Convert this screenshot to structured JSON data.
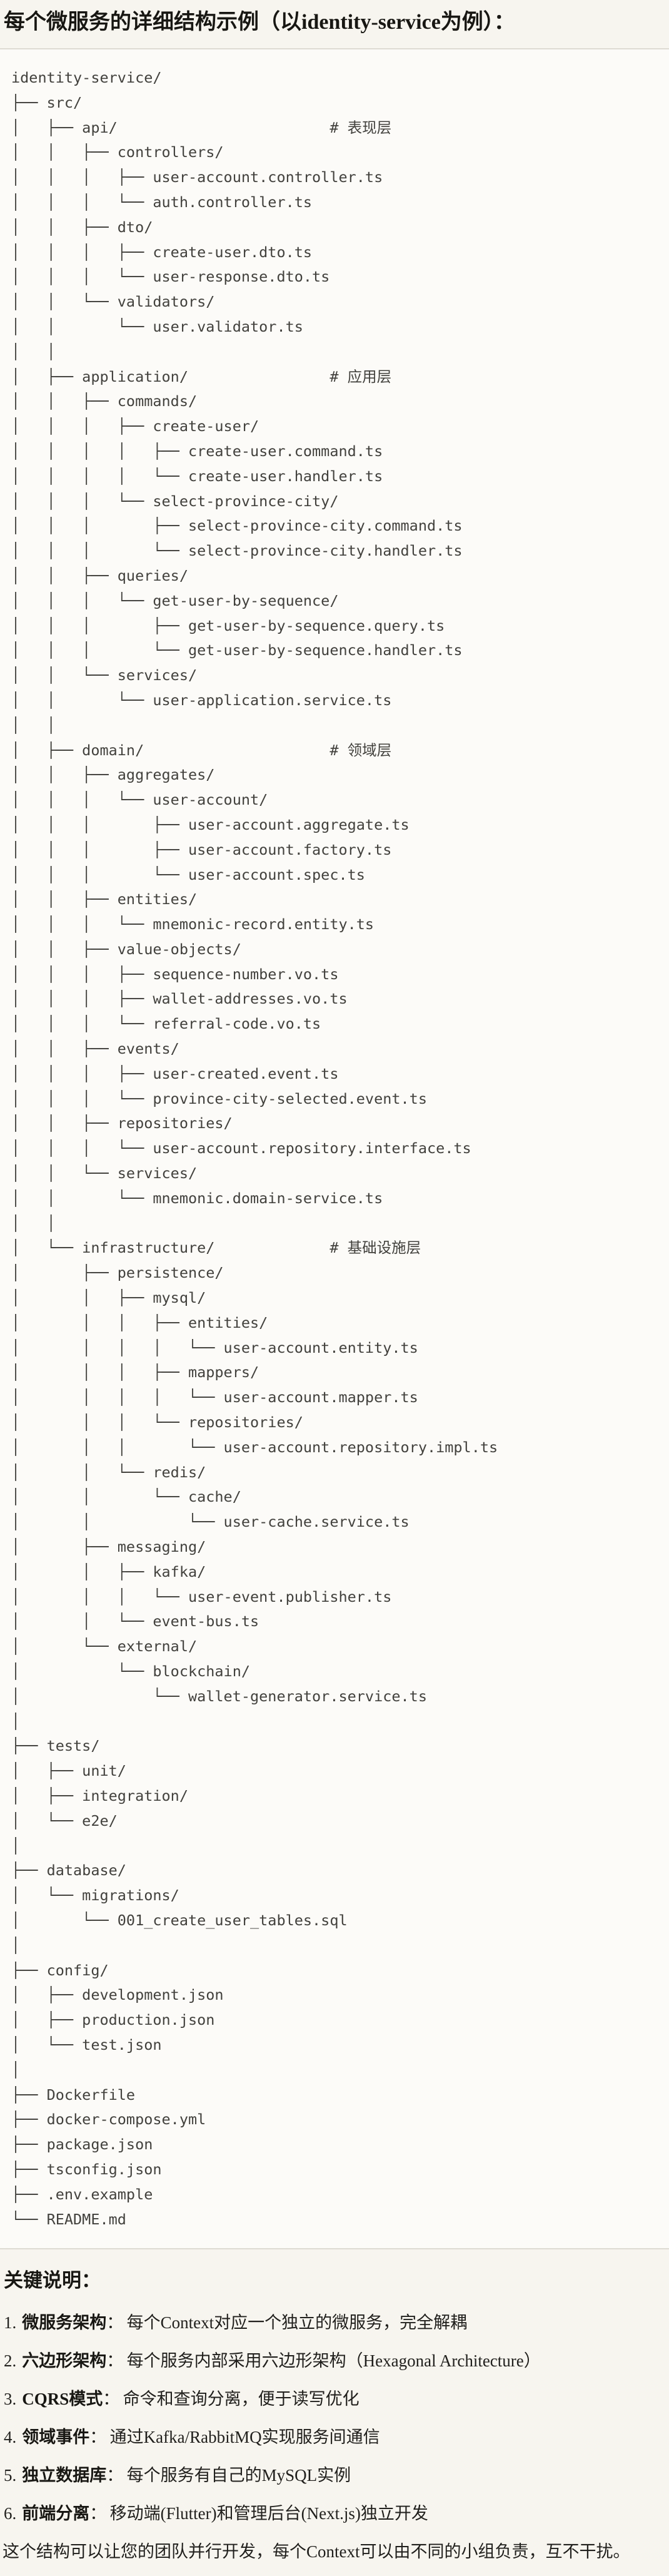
{
  "document": {
    "title": "每个微服务的详细结构示例（以identity-service为例）：",
    "code_block": {
      "tree_lines": [
        "identity-service/",
        "├── src/",
        "│   ├── api/                        # 表现层",
        "│   │   ├── controllers/",
        "│   │   │   ├── user-account.controller.ts",
        "│   │   │   └── auth.controller.ts",
        "│   │   ├── dto/",
        "│   │   │   ├── create-user.dto.ts",
        "│   │   │   └── user-response.dto.ts",
        "│   │   └── validators/",
        "│   │       └── user.validator.ts",
        "│   │",
        "│   ├── application/                # 应用层",
        "│   │   ├── commands/",
        "│   │   │   ├── create-user/",
        "│   │   │   │   ├── create-user.command.ts",
        "│   │   │   │   └── create-user.handler.ts",
        "│   │   │   └── select-province-city/",
        "│   │   │       ├── select-province-city.command.ts",
        "│   │   │       └── select-province-city.handler.ts",
        "│   │   ├── queries/",
        "│   │   │   └── get-user-by-sequence/",
        "│   │   │       ├── get-user-by-sequence.query.ts",
        "│   │   │       └── get-user-by-sequence.handler.ts",
        "│   │   └── services/",
        "│   │       └── user-application.service.ts",
        "│   │",
        "│   ├── domain/                     # 领域层",
        "│   │   ├── aggregates/",
        "│   │   │   └── user-account/",
        "│   │   │       ├── user-account.aggregate.ts",
        "│   │   │       ├── user-account.factory.ts",
        "│   │   │       └── user-account.spec.ts",
        "│   │   ├── entities/",
        "│   │   │   └── mnemonic-record.entity.ts",
        "│   │   ├── value-objects/",
        "│   │   │   ├── sequence-number.vo.ts",
        "│   │   │   ├── wallet-addresses.vo.ts",
        "│   │   │   └── referral-code.vo.ts",
        "│   │   ├── events/",
        "│   │   │   ├── user-created.event.ts",
        "│   │   │   └── province-city-selected.event.ts",
        "│   │   ├── repositories/",
        "│   │   │   └── user-account.repository.interface.ts",
        "│   │   └── services/",
        "│   │       └── mnemonic.domain-service.ts",
        "│   │",
        "│   └── infrastructure/             # 基础设施层",
        "│       ├── persistence/",
        "│       │   ├── mysql/",
        "│       │   │   ├── entities/",
        "│       │   │   │   └── user-account.entity.ts",
        "│       │   │   ├── mappers/",
        "│       │   │   │   └── user-account.mapper.ts",
        "│       │   │   └── repositories/",
        "│       │   │       └── user-account.repository.impl.ts",
        "│       │   └── redis/",
        "│       │       └── cache/",
        "│       │           └── user-cache.service.ts",
        "│       ├── messaging/",
        "│       │   ├── kafka/",
        "│       │   │   └── user-event.publisher.ts",
        "│       │   └── event-bus.ts",
        "│       └── external/",
        "│           └── blockchain/",
        "│               └── wallet-generator.service.ts",
        "│",
        "├── tests/",
        "│   ├── unit/",
        "│   ├── integration/",
        "│   └── e2e/",
        "│",
        "├── database/",
        "│   └── migrations/",
        "│       └── 001_create_user_tables.sql",
        "│",
        "├── config/",
        "│   ├── development.json",
        "│   ├── production.json",
        "│   └── test.json",
        "│",
        "├── Dockerfile",
        "├── docker-compose.yml",
        "├── package.json",
        "├── tsconfig.json",
        "├── .env.example",
        "└── README.md"
      ]
    },
    "key_notes": {
      "heading": "关键说明：",
      "items": [
        {
          "num": "1.",
          "label": "微服务架构",
          "sep": "：",
          "desc": "每个Context对应一个独立的微服务，完全解耦"
        },
        {
          "num": "2.",
          "label": "六边形架构",
          "sep": "：",
          "desc": "每个服务内部采用六边形架构（Hexagonal Architecture）"
        },
        {
          "num": "3.",
          "label": "CQRS模式",
          "sep": "：",
          "desc": "命令和查询分离，便于读写优化"
        },
        {
          "num": "4.",
          "label": "领域事件",
          "sep": "：",
          "desc": "通过Kafka/RabbitMQ实现服务间通信"
        },
        {
          "num": "5.",
          "label": "独立数据库",
          "sep": "：",
          "desc": "每个服务有自己的MySQL实例"
        },
        {
          "num": "6.",
          "label": "前端分离",
          "sep": "：",
          "desc": "移动端(Flutter)和管理后台(Next.js)独立开发"
        }
      ],
      "closing": "这个结构可以让您的团队并行开发，每个Context可以由不同的小组负责，互不干扰。"
    },
    "colors": {
      "page_bg": "#f7f5ef",
      "code_bg": "#fcfbf8",
      "divider": "#dedbd3",
      "body_text": "#201f1c",
      "code_text": "#42413d"
    }
  }
}
